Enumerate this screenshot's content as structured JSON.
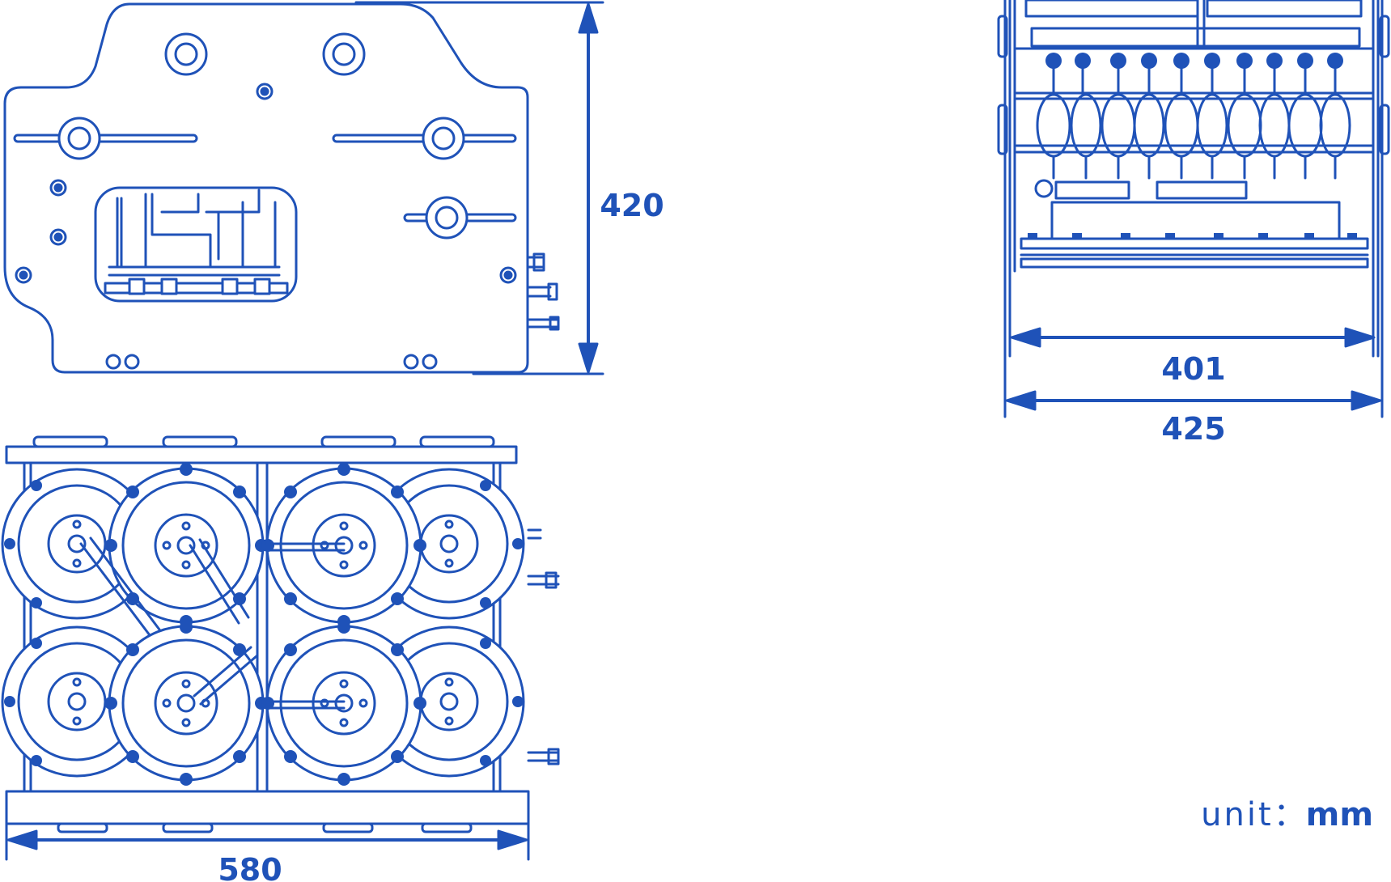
{
  "colors": {
    "line": "#1f52b8"
  },
  "dimensions": {
    "height": "420",
    "front_width": "580",
    "side_inner_width": "401",
    "side_outer_width": "425"
  },
  "unit": {
    "label": "unit",
    "separator": "：",
    "value": "mm"
  }
}
